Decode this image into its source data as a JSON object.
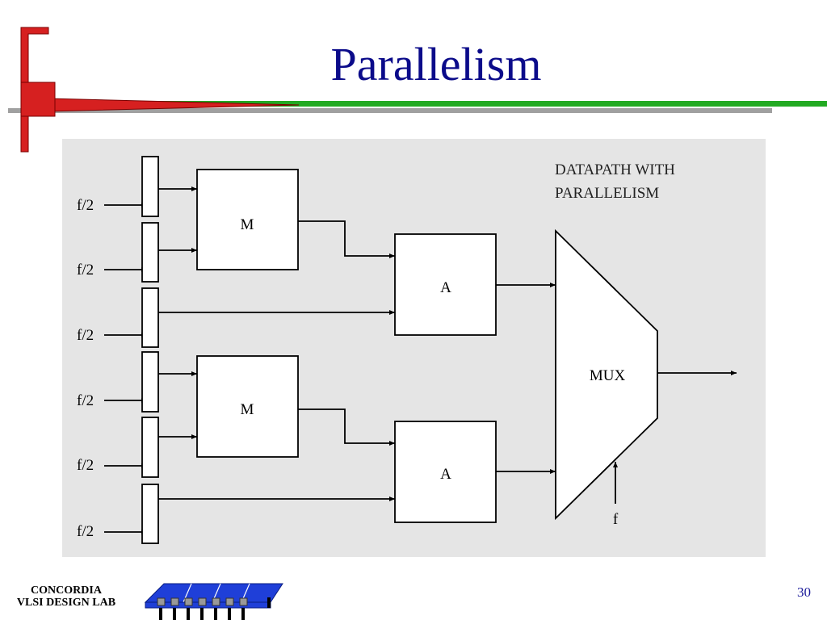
{
  "slide": {
    "title": "Parallelism",
    "page_number": "30",
    "colors": {
      "title": "#0b0b8a",
      "accent_red": "#d62020",
      "accent_green": "#22aa22",
      "panel_bg": "#e5e5e5"
    }
  },
  "footer": {
    "line1": "CONCORDIA",
    "line2": "VLSI DESIGN LAB"
  },
  "diagram": {
    "caption_line1": "DATAPATH WITH",
    "caption_line2": "PARALLELISM",
    "clock_inputs": [
      "f/2",
      "f/2",
      "f/2",
      "f/2",
      "f/2",
      "f/2"
    ],
    "multiplier_label": "M",
    "adder_label": "A",
    "mux_label": "MUX",
    "mux_select_label": "f"
  }
}
